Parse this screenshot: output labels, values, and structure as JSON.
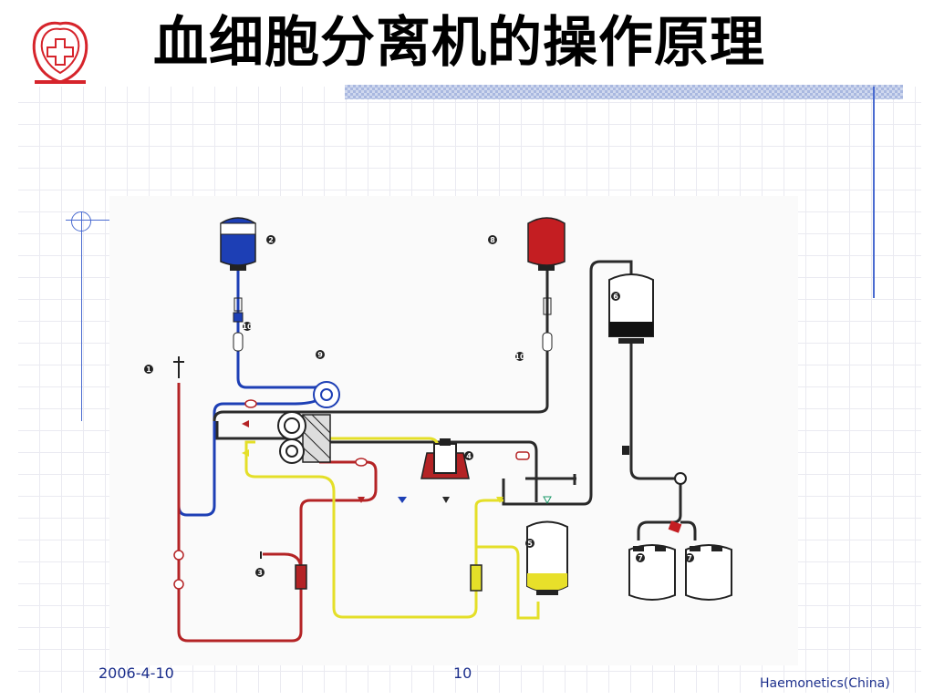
{
  "title": "血细胞分离机的操作原理",
  "logo": {
    "icon": "red-cross-logo-icon",
    "color": "#d6242b"
  },
  "diagram": {
    "labels": {
      "n1": "1",
      "n2": "2",
      "n3": "3",
      "n4": "4",
      "n5": "5",
      "n6": "6",
      "n7a": "7",
      "n7b": "7",
      "n8": "8",
      "n9": "9",
      "n10a": "10",
      "n10b": "10"
    },
    "colors": {
      "anticoagulant": "#1d3fb5",
      "blood": "#b42325",
      "plasma": "#e4df28",
      "waste": "#2a2a2a"
    }
  },
  "footer": {
    "date": "2006-4-10",
    "page": "10",
    "brand": "Haemonetics(China)"
  }
}
